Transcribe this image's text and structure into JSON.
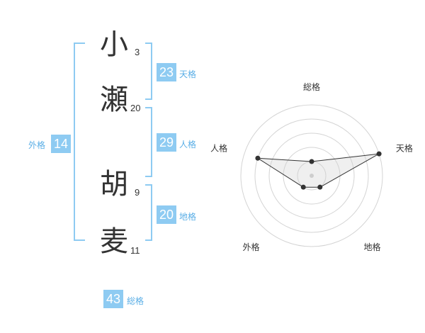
{
  "name": {
    "chars": [
      {
        "char": "小",
        "strokes": "3"
      },
      {
        "char": "瀬",
        "strokes": "20"
      },
      {
        "char": "胡",
        "strokes": "9"
      },
      {
        "char": "麦",
        "strokes": "11"
      }
    ]
  },
  "kakusu": {
    "tenkaku": {
      "value": "23",
      "label": "天格"
    },
    "jinkaku": {
      "value": "29",
      "label": "人格"
    },
    "chikaku": {
      "value": "20",
      "label": "地格"
    },
    "gaikaku": {
      "value": "14",
      "label": "外格"
    },
    "soukaku": {
      "value": "43",
      "label": "総格"
    }
  },
  "colors": {
    "accent": "#8ecbf2",
    "label": "#5aaee6"
  },
  "chart_data": {
    "type": "radar",
    "axes": [
      "総格",
      "天格",
      "地格",
      "外格",
      "人格"
    ],
    "max": 5,
    "rings": 5,
    "values": [
      1,
      5,
      1,
      1,
      4
    ],
    "title": "",
    "legend": "none"
  }
}
